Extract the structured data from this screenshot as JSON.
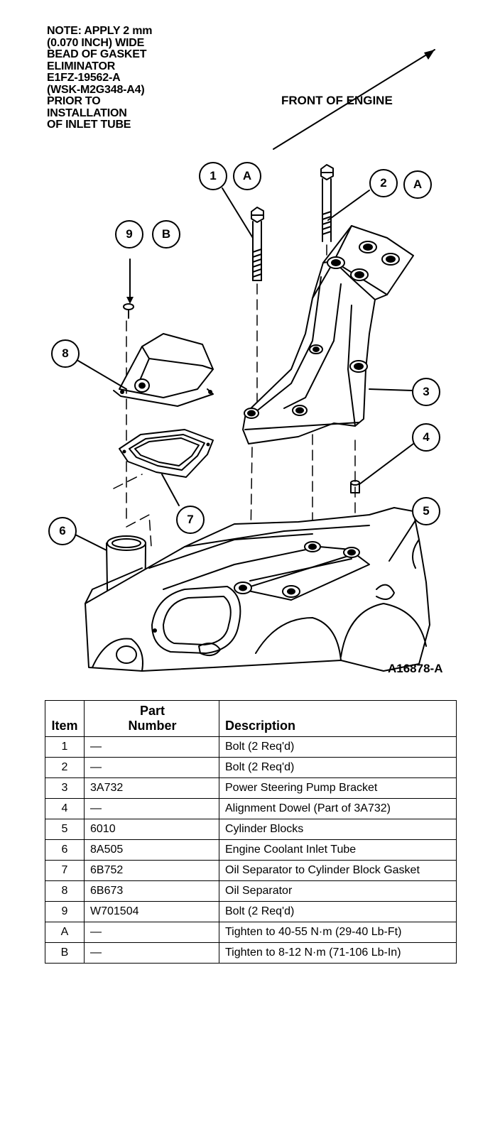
{
  "note": {
    "lines": [
      "NOTE: APPLY 2 mm",
      "(0.070 INCH) WIDE",
      "BEAD OF GASKET",
      "ELIMINATOR",
      "E1FZ-19562-A",
      "(WSK-M2G348-A4)",
      "PRIOR TO",
      "INSTALLATION",
      "OF INLET TUBE"
    ]
  },
  "front_label": "FRONT OF ENGINE",
  "figure_id": "A16878-A",
  "callouts": {
    "c1": "1",
    "cA1": "A",
    "c2": "2",
    "cA2": "A",
    "c9": "9",
    "cB": "B",
    "c8": "8",
    "c3": "3",
    "c4": "4",
    "c7": "7",
    "c5": "5",
    "c6": "6"
  },
  "table": {
    "headers": {
      "item": "Item",
      "part_number_line1": "Part",
      "part_number_line2": "Number",
      "description": "Description"
    },
    "rows": [
      {
        "item": "1",
        "part": "—",
        "desc": "Bolt (2 Req'd)"
      },
      {
        "item": "2",
        "part": "—",
        "desc": "Bolt (2 Req'd)"
      },
      {
        "item": "3",
        "part": "3A732",
        "desc": "Power Steering Pump Bracket"
      },
      {
        "item": "4",
        "part": "—",
        "desc": "Alignment Dowel (Part of 3A732)"
      },
      {
        "item": "5",
        "part": "6010",
        "desc": "Cylinder Blocks"
      },
      {
        "item": "6",
        "part": "8A505",
        "desc": "Engine Coolant Inlet Tube"
      },
      {
        "item": "7",
        "part": "6B752",
        "desc": "Oil Separator to Cylinder Block Gasket"
      },
      {
        "item": "8",
        "part": "6B673",
        "desc": "Oil Separator"
      },
      {
        "item": "9",
        "part": "W701504",
        "desc": "Bolt (2 Req'd)"
      },
      {
        "item": "A",
        "part": "—",
        "desc": "Tighten to 40-55 N·m (29-40 Lb-Ft)"
      },
      {
        "item": "B",
        "part": "—",
        "desc": "Tighten to 8-12 N·m (71-106 Lb-In)"
      }
    ]
  }
}
